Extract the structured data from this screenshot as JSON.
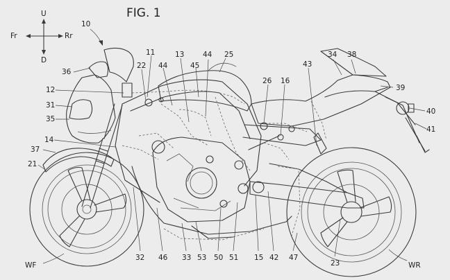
{
  "figure_title": "FIG. 1",
  "compass": {
    "up": "U",
    "down": "D",
    "front": "Fr",
    "rear": "Rr"
  },
  "assembly_ref": "10",
  "labels": {
    "l11": "11",
    "l13": "13",
    "l44a": "44",
    "l44b": "44",
    "l25": "25",
    "l22": "22",
    "l45": "45",
    "l36": "36",
    "l12": "12",
    "l31": "31",
    "l35": "35",
    "l14": "14",
    "l37": "37",
    "l21": "21",
    "l34": "34",
    "l38": "38",
    "l43": "43",
    "l26": "26",
    "l16": "16",
    "l39": "39",
    "l40": "40",
    "l41": "41",
    "l32": "32",
    "l46": "46",
    "l33": "33",
    "l53": "53",
    "l50": "50",
    "l51": "51",
    "l15": "15",
    "l42": "42",
    "l47": "47",
    "l23": "23",
    "lWF": "WF",
    "lWR": "WR"
  }
}
